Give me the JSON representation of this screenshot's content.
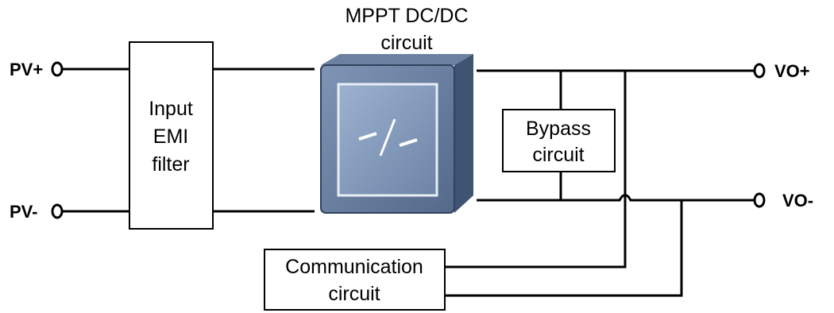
{
  "terminals": {
    "pv_plus": "PV+",
    "pv_minus": "PV-",
    "vo_plus": "VO+",
    "vo_minus": "VO-"
  },
  "blocks": {
    "emi_filter": {
      "line1": "Input",
      "line2": "EMI",
      "line3": "filter"
    },
    "mppt": {
      "line1": "MPPT  DC/DC",
      "line2": "circuit",
      "symbol": "dc-dc-converter-icon"
    },
    "bypass": {
      "line1": "Bypass",
      "line2": "circuit"
    },
    "communication": {
      "line1": "Communication",
      "line2": "circuit"
    }
  },
  "colors": {
    "line": "#000000",
    "converter_face": "#6f87aa",
    "converter_edge": "#3e5472",
    "converter_inner": "#8fa6c6"
  }
}
